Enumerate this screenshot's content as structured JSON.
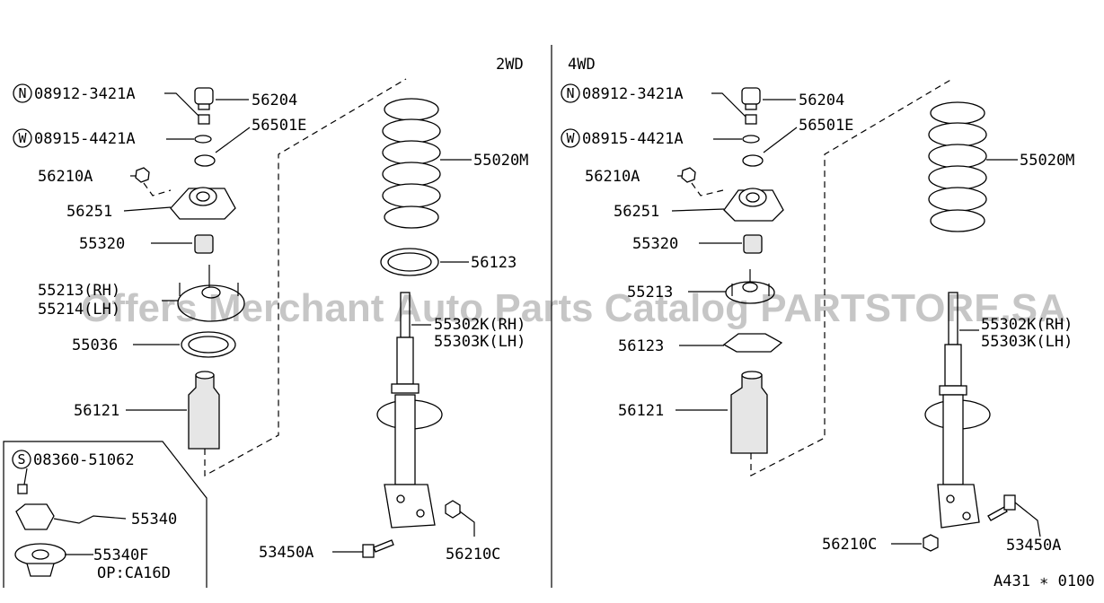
{
  "sections": {
    "left": "2WD",
    "right": "4WD"
  },
  "watermark": "Offers Merchant Auto Parts Catalog PARTSTORE.SA",
  "figure_id": "A431 ∗ 0100",
  "left": {
    "p08912": {
      "prefix": "N",
      "num": "08912-3421A"
    },
    "p08915": {
      "prefix": "W",
      "num": "08915-4421A"
    },
    "p56204": "56204",
    "p56501E": "56501E",
    "p56210A": "56210A",
    "p56251": "56251",
    "p55320": "55320",
    "p55213": "55213(RH)",
    "p55214": "55214(LH)",
    "p55036": "55036",
    "p56121": "56121",
    "p55020M": "55020M",
    "p56123": "56123",
    "p55302K": "55302K(RH)",
    "p55303K": "55303K(LH)",
    "p53450A": "53450A",
    "p56210C": "56210C",
    "inset": {
      "p08360": {
        "prefix": "S",
        "num": "08360-51062"
      },
      "p55340": "55340",
      "p55340F": "55340F",
      "note": "OP:CA16D"
    }
  },
  "right": {
    "p08912": {
      "prefix": "N",
      "num": "08912-3421A"
    },
    "p08915": {
      "prefix": "W",
      "num": "08915-4421A"
    },
    "p56204": "56204",
    "p56501E": "56501E",
    "p56210A": "56210A",
    "p56251": "56251",
    "p55320": "55320",
    "p55213": "55213",
    "p56123": "56123",
    "p56121": "56121",
    "p55020M": "55020M",
    "p55302K": "55302K(RH)",
    "p55303K": "55303K(LH)",
    "p56210C": "56210C",
    "p53450A": "53450A"
  }
}
